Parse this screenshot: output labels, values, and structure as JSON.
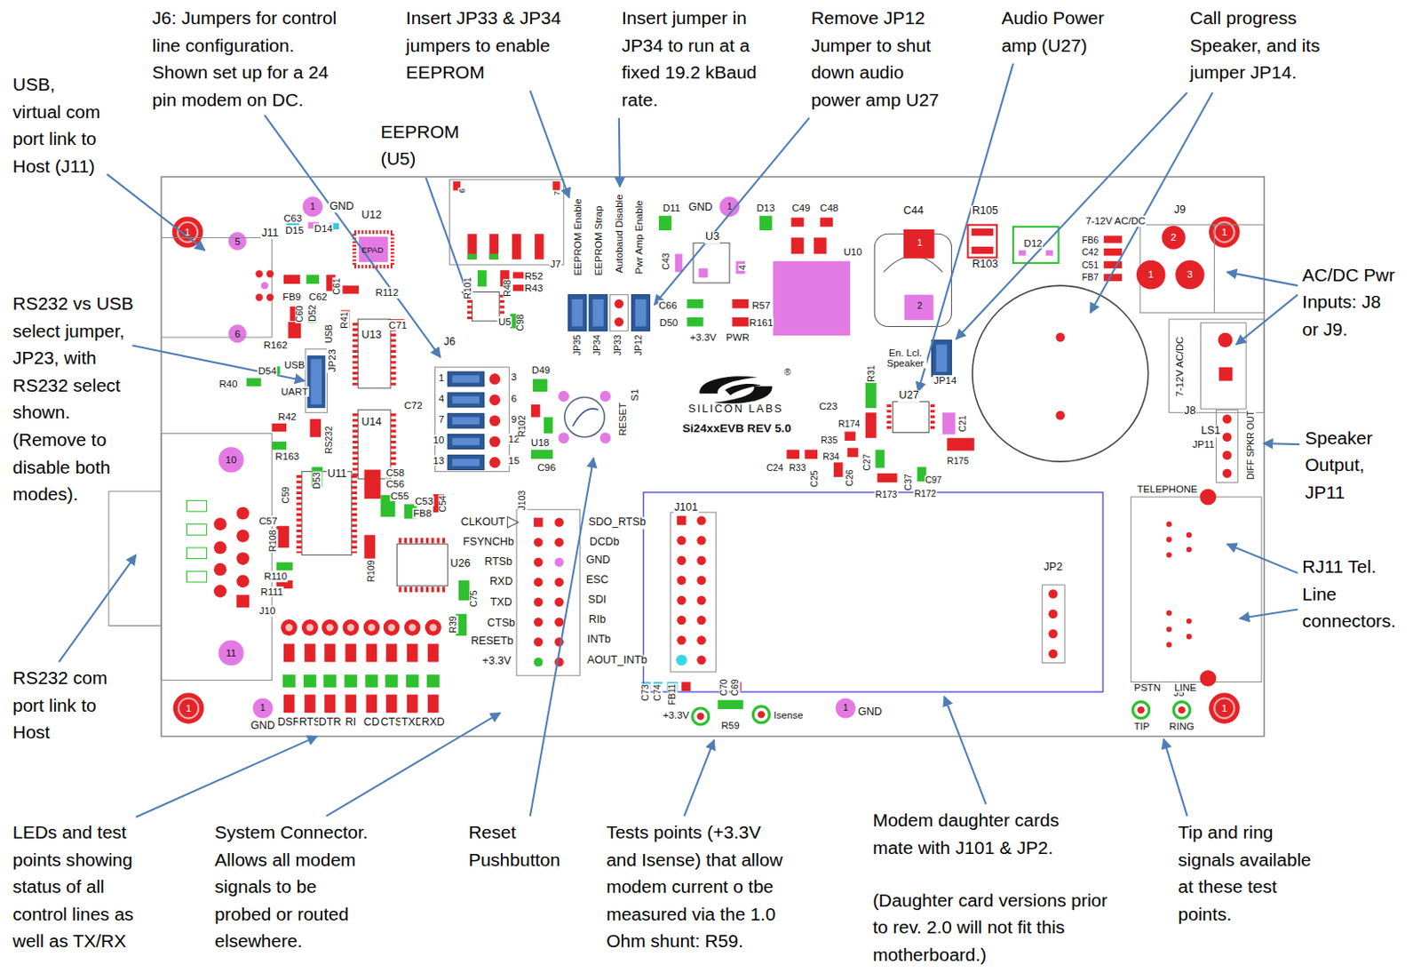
{
  "diagram": {
    "labels": [
      "USB, virtual com port link to Host (J11)",
      "J6: Jumpers for control line configuration. Shown set up for a 24 pin modem on DC.",
      "Insert JP33 & JP34 jumpers to enable EEPROM",
      "Insert jumper in JP34 to run at a fixed 19.2 kBaud rate.",
      "Remove JP12 Jumper to shut down audio power amp U27",
      "Audio Power amp (U27)",
      "Call progress Speaker, and its jumper JP14.",
      "EEPROM (U5)",
      "RS232 vs USB select jumper, JP23, with RS232 select shown. (Remove to disable both modes).",
      "AC/DC Pwr Inputs: J8 or J9.",
      "Speaker Output, JP11",
      "RJ11 Tel. Line connectors.",
      "RS232 com port link to Host",
      "LEDs and test points showing status of all control lines as well as TX/RX",
      "System Connector. Allows all modem signals to be probed or routed elsewhere.",
      "Reset Pushbutton",
      "Tests points (+3.3V and Isense) that allow modem current o tbe measured via the 1.0 Ohm shunt: R59.",
      "Modem daughter cards mate with J101 & JP2.",
      "(Daughter card versions prior to rev. 2.0 will not fit this motherboard.)",
      "Tip and ring signals available at these test points.",
      "1",
      "1",
      "GND",
      "J11",
      "C63",
      "D15",
      "D14",
      "U12",
      "EPAD",
      "5",
      "6",
      "FB9",
      "C62",
      "C61",
      "R112",
      "C60",
      "D52",
      "R162",
      "USB",
      "R41",
      "U13",
      "C71",
      "D54",
      "USB",
      "R40",
      "UART",
      "JP23",
      "R42",
      "R163",
      "RS232",
      "U14",
      "C72",
      "D53",
      "C59",
      "U11",
      "C58",
      "C56",
      "C55",
      "C53",
      "C54",
      "FB8",
      "10",
      "C57",
      "R108",
      "R109",
      "U26",
      "R110",
      "R111",
      "J10",
      "11",
      "C75",
      "R39",
      "DSR",
      "RTS",
      "DTR",
      "RI",
      "CD",
      "CTS",
      "TXD",
      "RXD",
      "1",
      "GND",
      "1",
      "J6",
      "1",
      "3",
      "4",
      "6",
      "7",
      "9",
      "10",
      "12",
      "13",
      "15",
      "D49",
      "R102",
      "U18",
      "C96",
      "RESET",
      "S1",
      "R101",
      "R48",
      "R52",
      "R43",
      "U5",
      "C98",
      "EEPROM Enable",
      "EEPROM Strap",
      "Autobaud Disable",
      "Pwr Amp Enable",
      "JP35",
      "JP34",
      "JP33",
      "JP12",
      "J7",
      "6",
      "7",
      "D11",
      "GND",
      "1",
      "D13",
      "C49",
      "C48",
      "C43",
      "U3",
      "4",
      "C66",
      "R57",
      "D50",
      "R161",
      "+3.3V",
      "PWR",
      "U10",
      "C44",
      "1",
      "2",
      "R105",
      "R103",
      "D12",
      "7-12V AC/DC",
      "J9",
      "FB6",
      "C42",
      "C51",
      "FB7",
      "2",
      "1",
      "3",
      "1",
      "7-12V AC/DC",
      "J8",
      "LS1",
      "JP11",
      "DIFF SPKR OUT",
      "En. Lcl. Speaker",
      "JP14",
      "R31",
      "U27",
      "C23",
      "R174",
      "R35",
      "R34",
      "C24",
      "R33",
      "C25",
      "C26",
      "C27",
      "C21",
      "R175",
      "R173",
      "C37",
      "C97",
      "R172",
      "®",
      "SILICON LABS",
      "Si24xxEVB REV 5.0",
      "CLKOUT",
      "FSYNCHb",
      "RTSb",
      "RXD",
      "TXD",
      "CTSb",
      "RESETb",
      "+3.3V",
      "SDO_RTSb",
      "DCDb",
      "GND",
      "ESC",
      "SDI",
      "RIb",
      "INTb",
      "AOUT_INTb",
      "J103",
      "J101",
      "JP2",
      "C73",
      "C74",
      "FB11",
      "C70",
      "C69",
      "+3.3V",
      "R59",
      "Isense",
      "1",
      "GND",
      "TELEPHONE",
      "J5",
      "PSTN",
      "LINE",
      "TIP",
      "RING",
      "1"
    ]
  }
}
